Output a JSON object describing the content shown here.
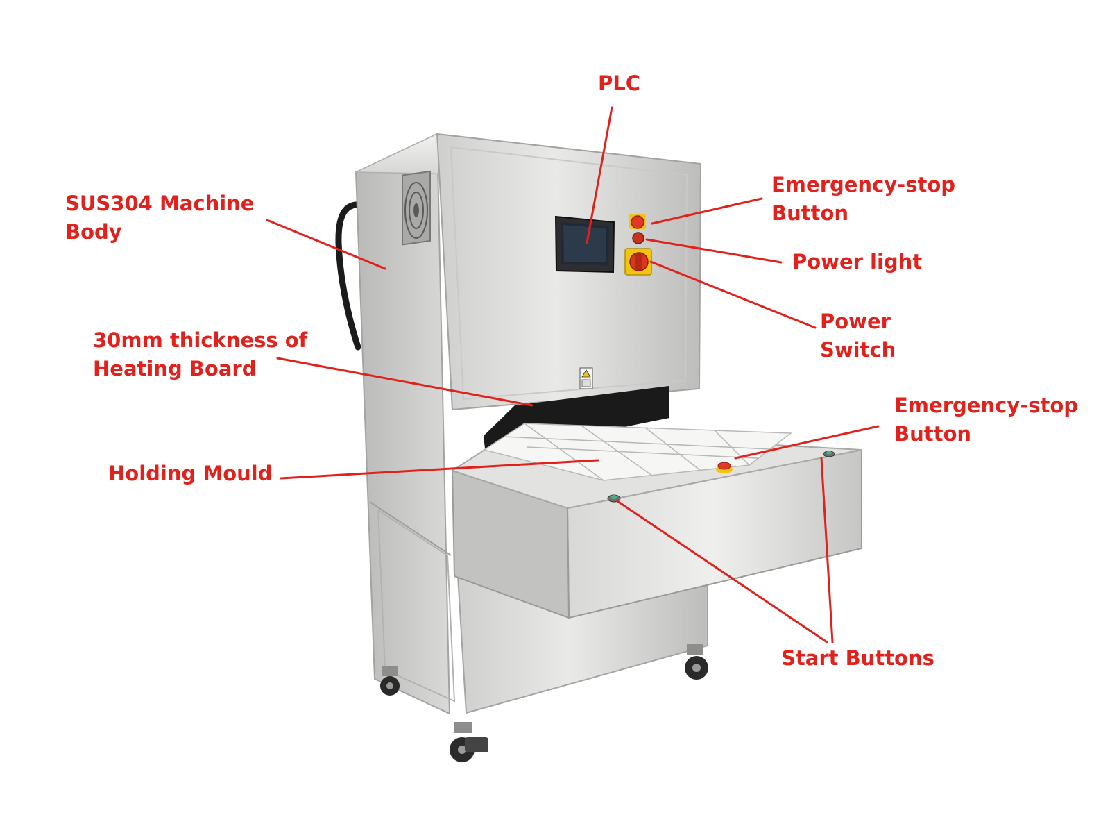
{
  "colors": {
    "label": "#e3211c",
    "leader": "#e3211c",
    "steel_light": "#e6e6e4",
    "steel_mid": "#c4c4c2",
    "steel_dark": "#8d8d8b",
    "screen": "#1f2a36",
    "estop": "#e03a22",
    "switch_body": "#f2c40f"
  },
  "labels": {
    "plc": [
      "PLC"
    ],
    "estop_top": [
      "Emergency-stop",
      "Button"
    ],
    "power_light": [
      "Power light"
    ],
    "power_switch": [
      "Power",
      "Switch"
    ],
    "machine_body": [
      "SUS304 Machine",
      "Body"
    ],
    "heating_board": [
      "30mm thickness of",
      "Heating Board"
    ],
    "holding_mould": [
      "Holding Mould"
    ],
    "estop_tray": [
      "Emergency-stop",
      "Button"
    ],
    "start_buttons": [
      "Start Buttons"
    ]
  },
  "icons": {
    "fan": "fan-grille-icon",
    "warning": "heat-warning-sticker-icon",
    "estop": "emergency-stop-icon",
    "switch": "rotary-switch-icon",
    "start": "start-button-icon"
  }
}
